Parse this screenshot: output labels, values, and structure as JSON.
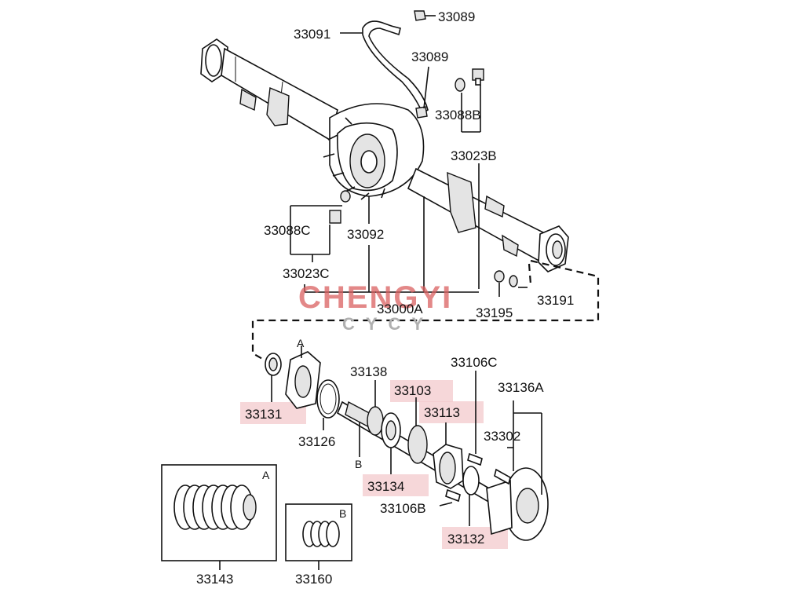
{
  "watermark": {
    "brand": "CHENGYI",
    "sub": "CYCY"
  },
  "labels": {
    "p33089_top": "33089",
    "p33091": "33091",
    "p33089_mid": "33089",
    "p33088B": "33088B",
    "p33023B": "33023B",
    "p33088C": "33088C",
    "p33092": "33092",
    "p33023C": "33023C",
    "p33000A": "33000A",
    "p33195": "33195",
    "p33191": "33191",
    "p33131": "33131",
    "p33126": "33126",
    "p33138": "33138",
    "p33103": "33103",
    "p33106C": "33106C",
    "p33113": "33113",
    "p33136A": "33136A",
    "p33302": "33302",
    "p33134": "33134",
    "p33106B": "33106B",
    "p33132": "33132",
    "p33143": "33143",
    "p33160": "33160"
  },
  "callouts": {
    "A": "A",
    "B": "B"
  },
  "highlighted_parts": [
    "33103",
    "33113",
    "33131",
    "33134",
    "33132"
  ],
  "colors": {
    "highlight": "#f3c9cc",
    "watermark": "#d96060",
    "ink": "#111111"
  }
}
